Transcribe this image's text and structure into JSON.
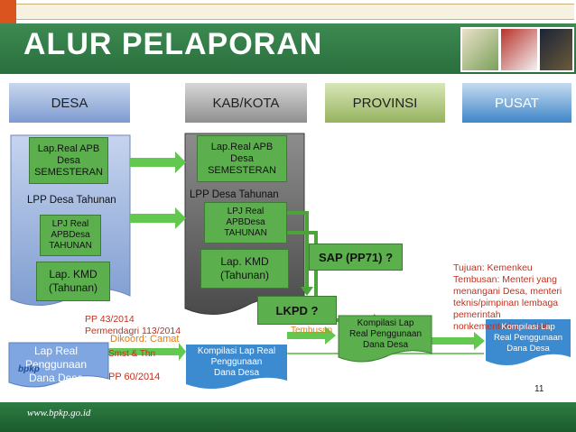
{
  "title": "ALUR PELAPORAN",
  "columns": {
    "desa": "DESA",
    "kab": "KAB/KOTA",
    "prov": "PROVINSI",
    "pusat": "PUSAT"
  },
  "desa": {
    "lap_real_apb": [
      "Lap.Real APB",
      "Desa",
      "SEMESTERAN"
    ],
    "lpp": "LPP Desa Tahunan",
    "lpj": [
      "LPJ Real",
      "APBDesa",
      "TAHUNAN"
    ],
    "kmd": [
      "Lap. KMD",
      "(Tahunan)"
    ],
    "lap_real_penggunaan": [
      "Lap Real",
      "Penggunaan",
      "Dana Desa"
    ],
    "dikoord": "Dikoord: Camat",
    "smst": "Smst & Thn",
    "pp43": "PP 43/2014",
    "permendagri": "Permendagri 113/2014",
    "pp60": "PP 60/2014"
  },
  "kab": {
    "lap_real_apb": [
      "Lap.Real APB",
      "Desa",
      "SEMESTERAN"
    ],
    "lpp": "LPP Desa Tahunan",
    "lpj": [
      "LPJ Real",
      "APBDesa",
      "TAHUNAN"
    ],
    "kmd": [
      "Lap. KMD",
      "(Tahunan)"
    ],
    "lkpd": "LKPD ?",
    "kompilasi": [
      "Kompilasi Lap Real",
      "Penggunaan",
      "Dana Desa"
    ],
    "tembusan": "Tembusan"
  },
  "prov": {
    "sap": "SAP (PP71) ?",
    "kompilasi": [
      "Kompilasi Lap",
      "Real Penggunaan",
      "Dana Desa"
    ]
  },
  "pusat": {
    "tujuan": [
      "Tujuan: Kemenkeu",
      "Tembusan: Menteri yang",
      "menangani Desa,  menteri",
      "teknis/pimpinan lembaga",
      "pemerintah",
      "nonkementerian terkait"
    ],
    "kompilasi": [
      "Kompilasi Lap",
      "Real Penggunaan",
      "Dana Desa"
    ]
  },
  "footer": {
    "website": "www.bpkp.go.id",
    "page_number": "11",
    "logo_text": "bpkp"
  },
  "colors": {
    "title_green": "#2a6e3d",
    "box_green": "#5bb04d",
    "box_blue": "#3c8ad0",
    "red_text": "#c0311f",
    "orange_text": "#e07b1a"
  }
}
